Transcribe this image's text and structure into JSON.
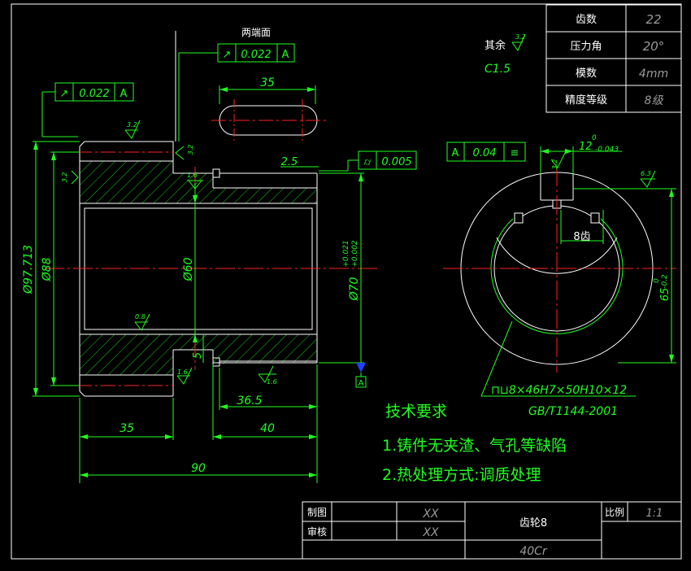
{
  "gear_params": [
    {
      "label": "齿数",
      "value": "22"
    },
    {
      "label": "压力角",
      "value": "20°"
    },
    {
      "label": "模数",
      "value": "4mm"
    },
    {
      "label": "精度等级",
      "value": "8级"
    }
  ],
  "other": {
    "label": "其余",
    "roughness": "3.2",
    "chamfer": "C1.5"
  },
  "top_annot": {
    "label": "两端面",
    "symbol": "↗",
    "tol": "0.022",
    "datum": "A"
  },
  "left_annot": {
    "symbol": "↗",
    "tol": "0.022",
    "datum": "A"
  },
  "cyl_annot": {
    "symbol": "⌭",
    "tol": "0.005"
  },
  "sym_annot": {
    "datum": "A",
    "tol": "0.04",
    "symbol": "≡"
  },
  "dims": {
    "slot_len": "35",
    "d2_5": "2.5",
    "d97": "Ø97.713",
    "d88": "Ø88",
    "d60": "Ø60",
    "d70": "Ø70",
    "d70_up": "+0.021",
    "d70_lo": "+0.002",
    "d5": "5",
    "d36_5": "36.5",
    "d40": "40",
    "d35": "35",
    "d90": "90",
    "key_w": "12",
    "key_up": "0",
    "key_lo": "-0.043",
    "spline_w": "8齿",
    "h65": "65",
    "h65_up": "0",
    "h65_lo": "-0.2",
    "datum_tag": "A"
  },
  "roughness": {
    "r1": "3.2",
    "r2": "3.2",
    "r3": "3.2",
    "r4": "1.6",
    "r5": "0.8",
    "r6": "1.6",
    "r7": "1.6",
    "r8": "3.2",
    "r9": "6.3"
  },
  "spline": {
    "spec": "⊓⊔8×46H7×50H10×12",
    "std": "GB/T1144-2001"
  },
  "tech": {
    "title": "技术要求",
    "line1": "1.铸件无夹渣、气孔等缺陷",
    "line2": "2.热处理方式:调质处理"
  },
  "title_block": {
    "drawn": "制图",
    "checked": "审核",
    "drawn_by": "XX",
    "checked_by": "XX",
    "name": "齿轮8",
    "scale_label": "比例",
    "scale": "1:1",
    "material": "40Cr"
  }
}
